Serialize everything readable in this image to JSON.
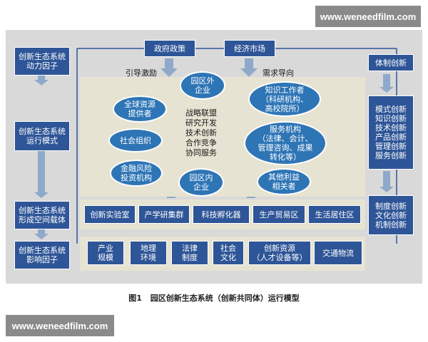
{
  "watermark": {
    "top": "www.weneedfilm.com",
    "bottom": "www.weneedfilm.com"
  },
  "left_column": [
    "创新生态系统\n动力因子",
    "创新生态系统\n运行模式",
    "创新生态系统\n形成空间载体",
    "创新生态系统\n影响因子"
  ],
  "top": {
    "policy": "政府政策",
    "market": "经济市场",
    "guide_label": "引导激励",
    "demand_label": "需求导向"
  },
  "cycle": {
    "outside": "园区外\n企业",
    "knowledge": "知识工作者\n（科研机构、\n高校院所）",
    "service": "服务机构\n（法律、会计、\n管理咨询、成果\n转化等）",
    "stakeholders": "其他利益\n相关者",
    "inside": "园区内\n企业",
    "finance": "金融风险\n投资机构",
    "social": "社会组织",
    "global": "全球资源\n提供者",
    "center": "战略联盟\n研究开发\n技术创新\n合作竞争\n协同服务"
  },
  "carriers": [
    "创新实验室",
    "产学研集群",
    "科技孵化器",
    "生产贸易区",
    "生活居住区"
  ],
  "factors": [
    "产业\n规模",
    "地理\n环境",
    "法律\n制度",
    "社会\n文化",
    "创新资源\n（人才设备等）",
    "交通物流"
  ],
  "right_column": {
    "system": "体制创新",
    "modes": "模式创新\n知识创新\n技术创新\n产品创新\n管理创新\n服务创新",
    "culture": "制度创新\n文化创新\n机制创新"
  },
  "caption": {
    "fig": "图1",
    "text": "园区创新生态系统（创新共同体）运行模型"
  },
  "colors": {
    "box": "#2e5597",
    "ellipse": "#2e75b6",
    "arrow": "#8ea9c9",
    "panel": "#e7e3d2",
    "background": "#d9d9d9"
  }
}
